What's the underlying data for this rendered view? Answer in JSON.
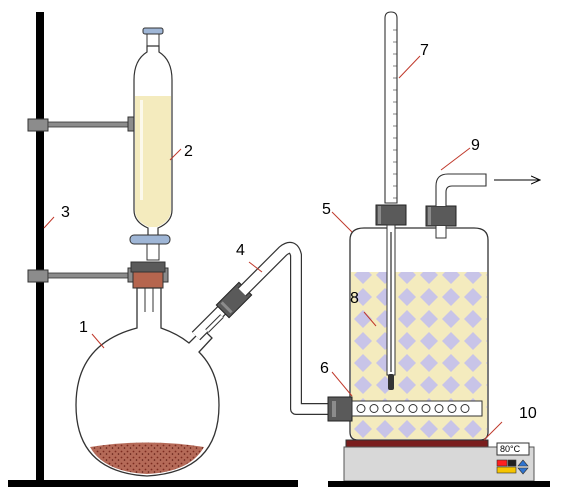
{
  "labels": {
    "l1": "1",
    "l2": "2",
    "l3": "3",
    "l4": "4",
    "l5": "5",
    "l6": "6",
    "l7": "7",
    "l8": "8",
    "l9": "9",
    "l10": "10"
  },
  "heater": {
    "display_text": "80°C"
  },
  "colors": {
    "liquid": "#f4ebbe",
    "clamp": "#8c8c8c",
    "stopper": "#5a5a5a",
    "red_stopper": "#b5654e",
    "pattern_diamond": "#c8c4e8",
    "sediment": "#a24a3a",
    "leader": "#c0392b",
    "heater_plate": "#7a1e1e"
  }
}
